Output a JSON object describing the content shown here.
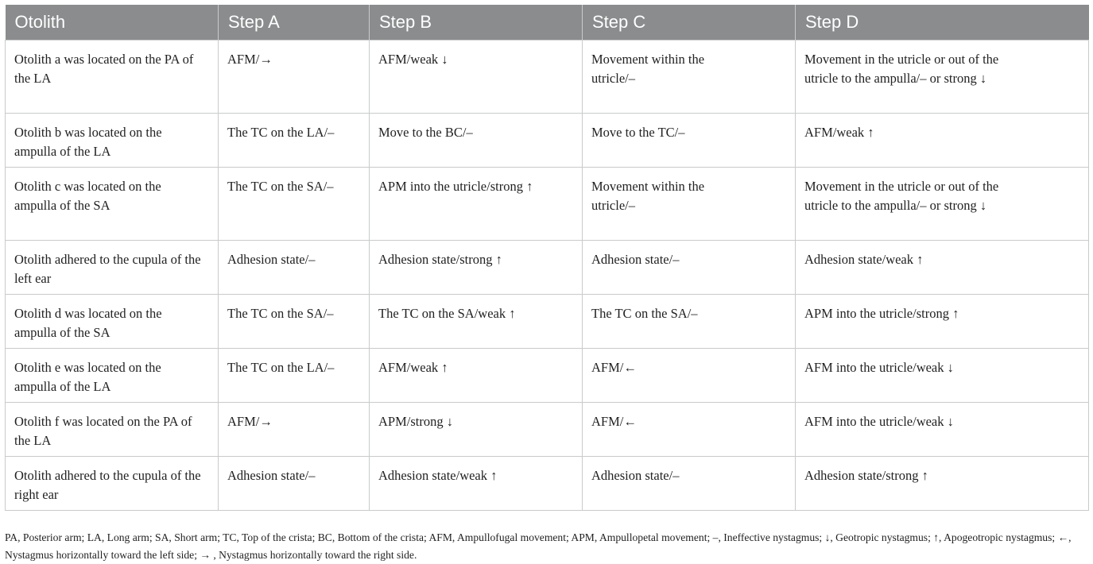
{
  "table": {
    "headers": [
      "Otolith",
      "Step A",
      "Step B",
      "Step C",
      "Step D"
    ],
    "rows": [
      [
        "Otolith a was located on the PA of the LA",
        "AFM/→",
        "AFM/weak ↓",
        "Movement within the utricle/–",
        "Movement in the utricle or out of the utricle to the ampulla/– or strong ↓"
      ],
      [
        "Otolith b was located on the ampulla of the LA",
        "The TC on the LA/–",
        "Move to the BC/–",
        "Move to the TC/–",
        "AFM/weak ↑"
      ],
      [
        "Otolith c was located on the ampulla of the SA",
        "The TC on the SA/–",
        "APM into the utricle/strong ↑",
        "Movement within the utricle/–",
        "Movement in the utricle or out of the utricle to the ampulla/– or strong ↓"
      ],
      [
        "Otolith adhered to the cupula of the left ear",
        "Adhesion state/–",
        "Adhesion state/strong ↑",
        "Adhesion state/–",
        "Adhesion state/weak ↑"
      ],
      [
        "Otolith d was located on the ampulla of the SA",
        "The TC on the SA/–",
        "The TC on the SA/weak ↑",
        "The TC on the SA/–",
        "APM into the utricle/strong ↑"
      ],
      [
        "Otolith e was located on the ampulla of the LA",
        "The TC on the LA/–",
        "AFM/weak ↑",
        "AFM/←",
        "AFM into the utricle/weak ↓"
      ],
      [
        "Otolith f was located on the PA of the LA",
        "AFM/→",
        "APM/strong ↓",
        "AFM/←",
        "AFM into the utricle/weak ↓"
      ],
      [
        "Otolith adhered to the cupula of the right ear",
        "Adhesion state/–",
        "Adhesion state/weak ↑",
        "Adhesion state/–",
        "Adhesion state/strong ↑"
      ]
    ]
  },
  "footnote": "PA, Posterior arm; LA, Long arm; SA, Short arm; TC, Top of the crista; BC, Bottom of the crista; AFM, Ampullofugal movement; APM, Ampullopetal movement; –, Ineffective nystagmus; ↓, Geotropic nystagmus; ↑, Apogeotropic nystagmus; ←, Nystagmus horizontally toward the left side; → , Nystagmus horizontally toward the right side.",
  "colors": {
    "header_bg": "#8a8c8e",
    "header_text": "#ffffff",
    "border": "#c9cacb"
  }
}
